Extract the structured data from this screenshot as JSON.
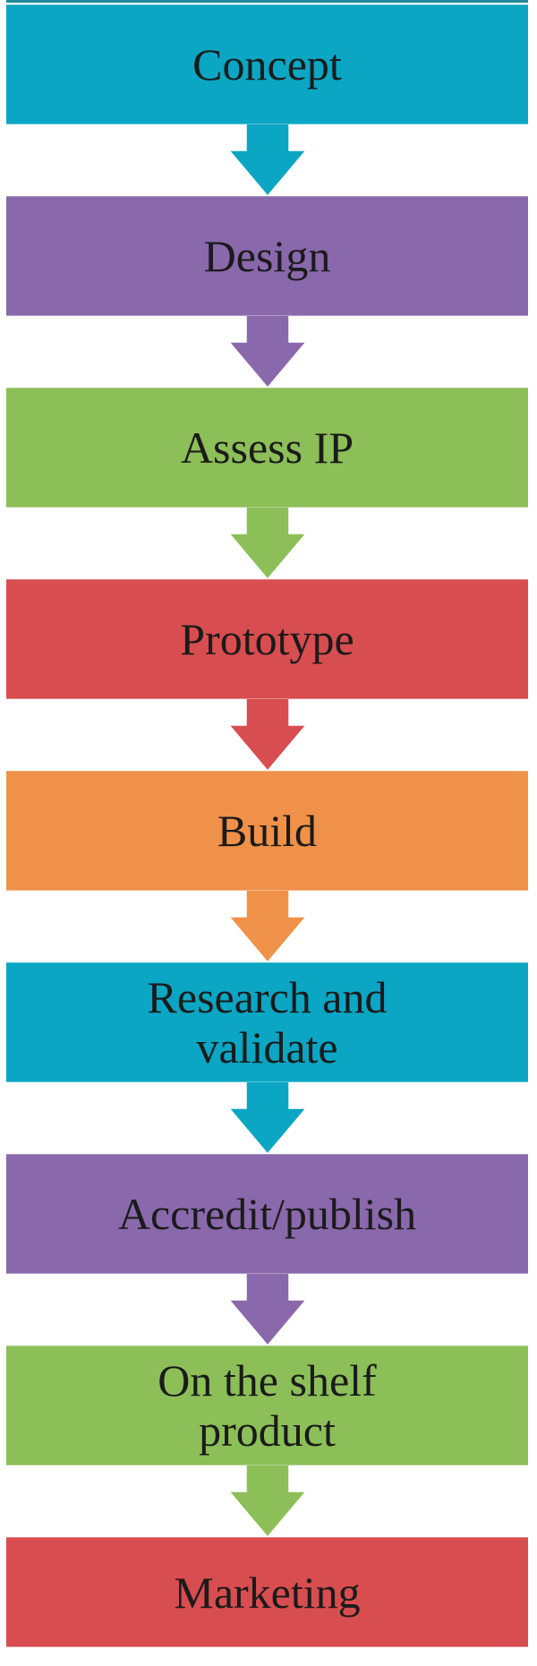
{
  "diagram": {
    "type": "flowchart",
    "direction": "top-down",
    "background_color": "#ffffff",
    "text_color": "#1b1b1b",
    "top_border_color": "#0b7d93",
    "connector": "down-block-arrow",
    "steps": [
      {
        "label": "Concept",
        "color": "#0aa6c3"
      },
      {
        "label": "Design",
        "color": "#8a68ac"
      },
      {
        "label": "Assess IP",
        "color": "#8cbf58"
      },
      {
        "label": "Prototype",
        "color": "#d84d4f"
      },
      {
        "label": "Build",
        "color": "#f09149"
      },
      {
        "label": "Research and\nvalidate",
        "color": "#0aa6c3"
      },
      {
        "label": "Accredit/publish",
        "color": "#8a68ac"
      },
      {
        "label": "On the shelf\nproduct",
        "color": "#8cbf58"
      },
      {
        "label": "Marketing",
        "color": "#d84d4f"
      }
    ]
  }
}
